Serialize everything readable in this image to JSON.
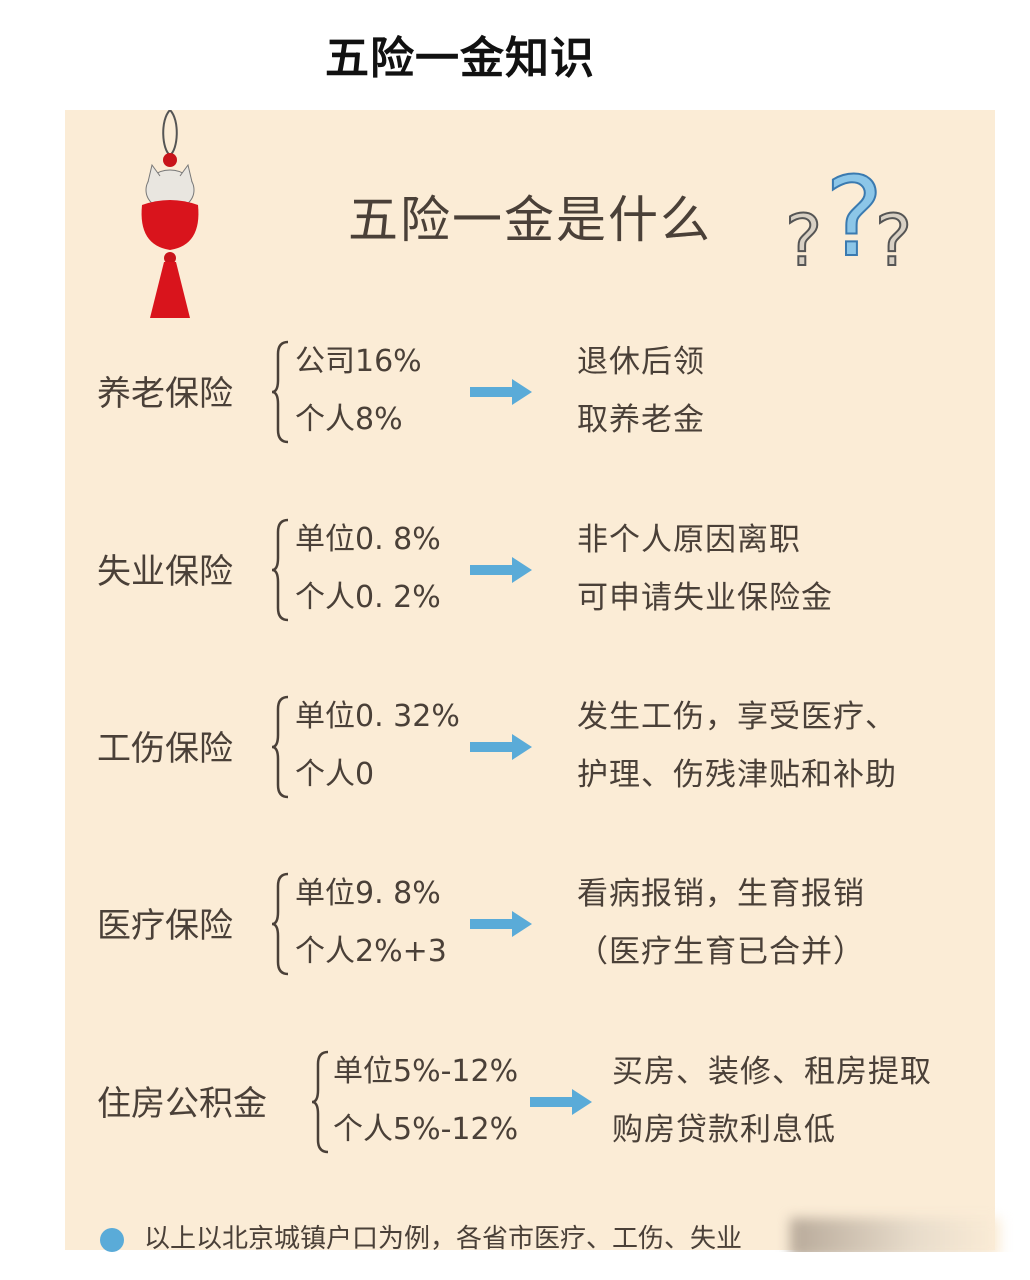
{
  "page_title": "五险一金知识",
  "panel": {
    "subtitle": "五险一金是什么",
    "decor": {
      "left": "lucky-cat-ornament-icon",
      "right": "question-marks-icon"
    },
    "accent_color": "#5aabd8",
    "rows": [
      {
        "name": "养老保险",
        "items": [
          "公司16%",
          "个人8%"
        ],
        "desc": [
          "退休后领",
          "取养老金"
        ]
      },
      {
        "name": "失业保险",
        "items": [
          "单位0. 8%",
          "个人0. 2%"
        ],
        "desc": [
          "非个人原因离职",
          "可申请失业保险金"
        ]
      },
      {
        "name": "工伤保险",
        "items": [
          "单位0. 32%",
          "个人0"
        ],
        "desc": [
          "发生工伤，享受医疗、",
          "护理、伤残津贴和补助"
        ]
      },
      {
        "name": "医疗保险",
        "items": [
          "单位9. 8%",
          "个人2%+3"
        ],
        "desc": [
          "看病报销，生育报销",
          "（医疗生育已合并）"
        ]
      },
      {
        "name": "住房公积金",
        "items": [
          "单位5%-12%",
          "个人5%-12%"
        ],
        "desc": [
          "买房、装修、租房提取",
          "购房贷款利息低"
        ]
      }
    ],
    "note": "以上以北京城镇户口为例，各省市医疗、工伤、失业"
  }
}
